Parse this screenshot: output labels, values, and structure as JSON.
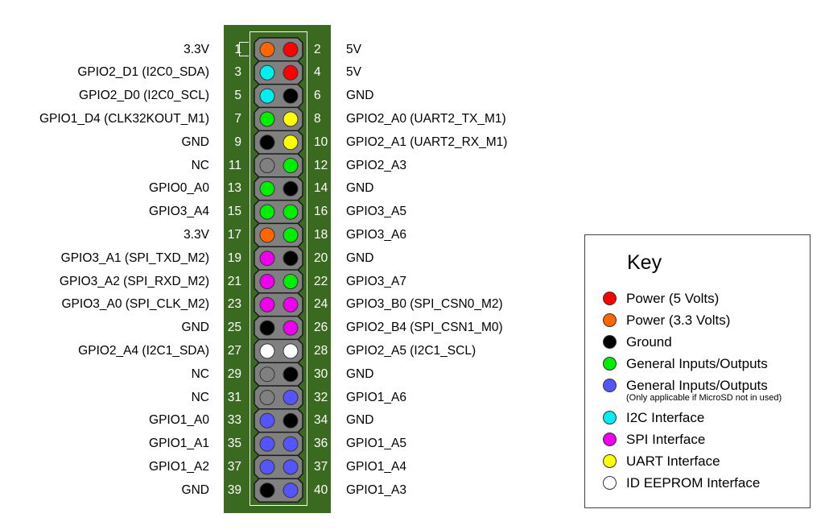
{
  "colors": {
    "board": "#3a6a1f",
    "pin_block": "#808080",
    "power_5v": "#ff0000",
    "power_3v3": "#ff6600",
    "ground": "#000000",
    "gpio": "#00ee00",
    "gpio_microsd": "#5555ff",
    "i2c": "#00eeee",
    "spi": "#ee00ee",
    "uart": "#ffff00",
    "id_eeprom": "#ffffff",
    "nc": "#808080"
  },
  "rows": [
    {
      "left": {
        "num": "1",
        "label": "3.3V",
        "type": "power_3v3"
      },
      "right": {
        "num": "2",
        "label": "5V",
        "type": "power_5v"
      }
    },
    {
      "left": {
        "num": "3",
        "label": "GPIO2_D1 (I2C0_SDA)",
        "type": "i2c"
      },
      "right": {
        "num": "4",
        "label": "5V",
        "type": "power_5v"
      }
    },
    {
      "left": {
        "num": "5",
        "label": "GPIO2_D0 (I2C0_SCL)",
        "type": "i2c"
      },
      "right": {
        "num": "6",
        "label": "GND",
        "type": "ground"
      }
    },
    {
      "left": {
        "num": "7",
        "label": "GPIO1_D4 (CLK32KOUT_M1)",
        "type": "gpio"
      },
      "right": {
        "num": "8",
        "label": "GPIO2_A0 (UART2_TX_M1)",
        "type": "uart"
      }
    },
    {
      "left": {
        "num": "9",
        "label": "GND",
        "type": "ground"
      },
      "right": {
        "num": "10",
        "label": "GPIO2_A1 (UART2_RX_M1)",
        "type": "uart"
      }
    },
    {
      "left": {
        "num": "11",
        "label": "NC",
        "type": "nc"
      },
      "right": {
        "num": "12",
        "label": "GPIO2_A3",
        "type": "gpio"
      }
    },
    {
      "left": {
        "num": "13",
        "label": "GPIO0_A0",
        "type": "gpio"
      },
      "right": {
        "num": "14",
        "label": "GND",
        "type": "ground"
      }
    },
    {
      "left": {
        "num": "15",
        "label": "GPIO3_A4",
        "type": "gpio"
      },
      "right": {
        "num": "16",
        "label": "GPIO3_A5",
        "type": "gpio"
      }
    },
    {
      "left": {
        "num": "17",
        "label": "3.3V",
        "type": "power_3v3"
      },
      "right": {
        "num": "18",
        "label": "GPIO3_A6",
        "type": "gpio"
      }
    },
    {
      "left": {
        "num": "19",
        "label": "GPIO3_A1 (SPI_TXD_M2)",
        "type": "spi"
      },
      "right": {
        "num": "20",
        "label": "GND",
        "type": "ground"
      }
    },
    {
      "left": {
        "num": "21",
        "label": "GPIO3_A2 (SPI_RXD_M2)",
        "type": "spi"
      },
      "right": {
        "num": "22",
        "label": "GPIO3_A7",
        "type": "gpio"
      }
    },
    {
      "left": {
        "num": "23",
        "label": "GPIO3_A0 (SPI_CLK_M2)",
        "type": "spi"
      },
      "right": {
        "num": "24",
        "label": "GPIO3_B0 (SPI_CSN0_M2)",
        "type": "spi"
      }
    },
    {
      "left": {
        "num": "25",
        "label": "GND",
        "type": "ground"
      },
      "right": {
        "num": "26",
        "label": "GPIO2_B4 (SPI_CSN1_M0)",
        "type": "spi"
      }
    },
    {
      "left": {
        "num": "27",
        "label": "GPIO2_A4 (I2C1_SDA)",
        "type": "id_eeprom"
      },
      "right": {
        "num": "28",
        "label": "GPIO2_A5 (I2C1_SCL)",
        "type": "id_eeprom"
      }
    },
    {
      "left": {
        "num": "29",
        "label": "NC",
        "type": "nc"
      },
      "right": {
        "num": "30",
        "label": "GND",
        "type": "ground"
      }
    },
    {
      "left": {
        "num": "31",
        "label": "NC",
        "type": "nc"
      },
      "right": {
        "num": "32",
        "label": "GPIO1_A6",
        "type": "gpio_microsd"
      }
    },
    {
      "left": {
        "num": "33",
        "label": "GPIO1_A0",
        "type": "gpio_microsd"
      },
      "right": {
        "num": "34",
        "label": "GND",
        "type": "ground"
      }
    },
    {
      "left": {
        "num": "35",
        "label": "GPIO1_A1",
        "type": "gpio_microsd"
      },
      "right": {
        "num": "36",
        "label": "GPIO1_A5",
        "type": "gpio_microsd"
      }
    },
    {
      "left": {
        "num": "37",
        "label": "GPIO1_A2",
        "type": "gpio_microsd"
      },
      "right": {
        "num": "37",
        "label": "GPIO1_A4",
        "type": "gpio_microsd"
      }
    },
    {
      "left": {
        "num": "39",
        "label": "GND",
        "type": "ground"
      },
      "right": {
        "num": "40",
        "label": "GPIO1_A3",
        "type": "gpio_microsd"
      }
    }
  ],
  "key": {
    "title": "Key",
    "items": [
      {
        "label": "Power (5 Volts)",
        "type": "power_5v"
      },
      {
        "label": "Power (3.3 Volts)",
        "type": "power_3v3"
      },
      {
        "label": "Ground",
        "type": "ground"
      },
      {
        "label": "General Inputs/Outputs",
        "type": "gpio"
      },
      {
        "label": "General Inputs/Outputs",
        "type": "gpio_microsd",
        "note": "(Only applicable if MicroSD not in used)"
      },
      {
        "label": "I2C Interface",
        "type": "i2c"
      },
      {
        "label": "SPI Interface",
        "type": "spi"
      },
      {
        "label": "UART Interface",
        "type": "uart"
      },
      {
        "label": "ID EEPROM Interface",
        "type": "id_eeprom"
      }
    ]
  }
}
